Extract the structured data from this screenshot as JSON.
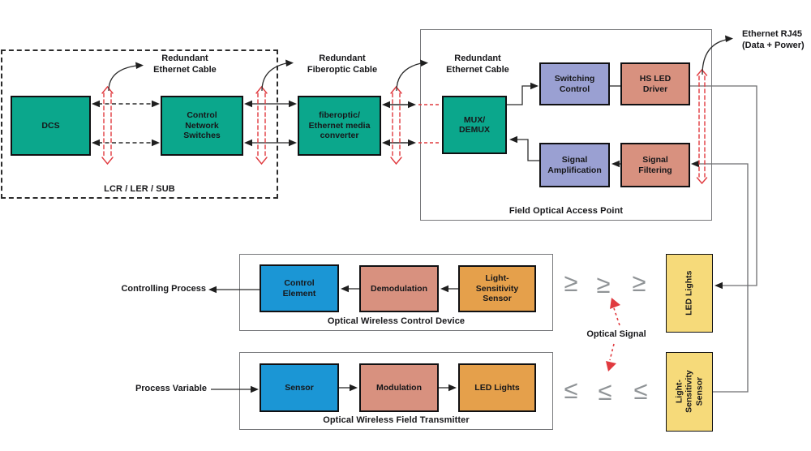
{
  "nodes": {
    "dcs": "DCS",
    "control_network_switches": "Control\nNetwork\nSwitches",
    "media_converter": "fiberoptic/\nEthernet media\nconverter",
    "mux_demux": "MUX/\nDEMUX",
    "switching_control": "Switching\nControl",
    "hs_led_driver": "HS LED\nDriver",
    "signal_amplification": "Signal\nAmplification",
    "signal_filtering": "Signal\nFiltering",
    "control_element": "Control\nElement",
    "demodulation": "Demodulation",
    "light_sensitivity_sensor": "Light-\nSensitivity\nSensor",
    "sensor": "Sensor",
    "modulation": "Modulation",
    "led_lights": "LED Lights",
    "led_lights_panel": "LED Lights",
    "light_sensitivity_sensor_panel": "Light-\nSensitivity\nSensor"
  },
  "containers": {
    "lcr": "LCR / LER / SUB",
    "field_optical_access_point": "Field Optical Access Point",
    "optical_wireless_control_device": "Optical Wireless Control Device",
    "optical_wireless_field_transmitter": "Optical Wireless Field Transmitter"
  },
  "labels": {
    "redundant_ethernet_cable_1": "Redundant\nEthernet Cable",
    "redundant_fiberoptic_cable": "Redundant\nFiberoptic Cable",
    "redundant_ethernet_cable_2": "Redundant\nEthernet Cable",
    "ethernet_rj45": "Ethernet RJ45\n(Data + Power)",
    "controlling_process": "Controlling Process",
    "process_variable": "Process Variable",
    "optical_signal": "Optical Signal"
  },
  "symbols": {
    "chevron_right": "≥",
    "chevron_left": "≤"
  },
  "colors": {
    "teal": "#0ba78c",
    "purple": "#9aa0d2",
    "salmon": "#d8917f",
    "blue": "#1b96d5",
    "orange": "#e5a04b",
    "yellow": "#f6da7a",
    "red_dashed": "#e03a3f",
    "line_gray": "#6d6e71",
    "text": "#17171a"
  }
}
